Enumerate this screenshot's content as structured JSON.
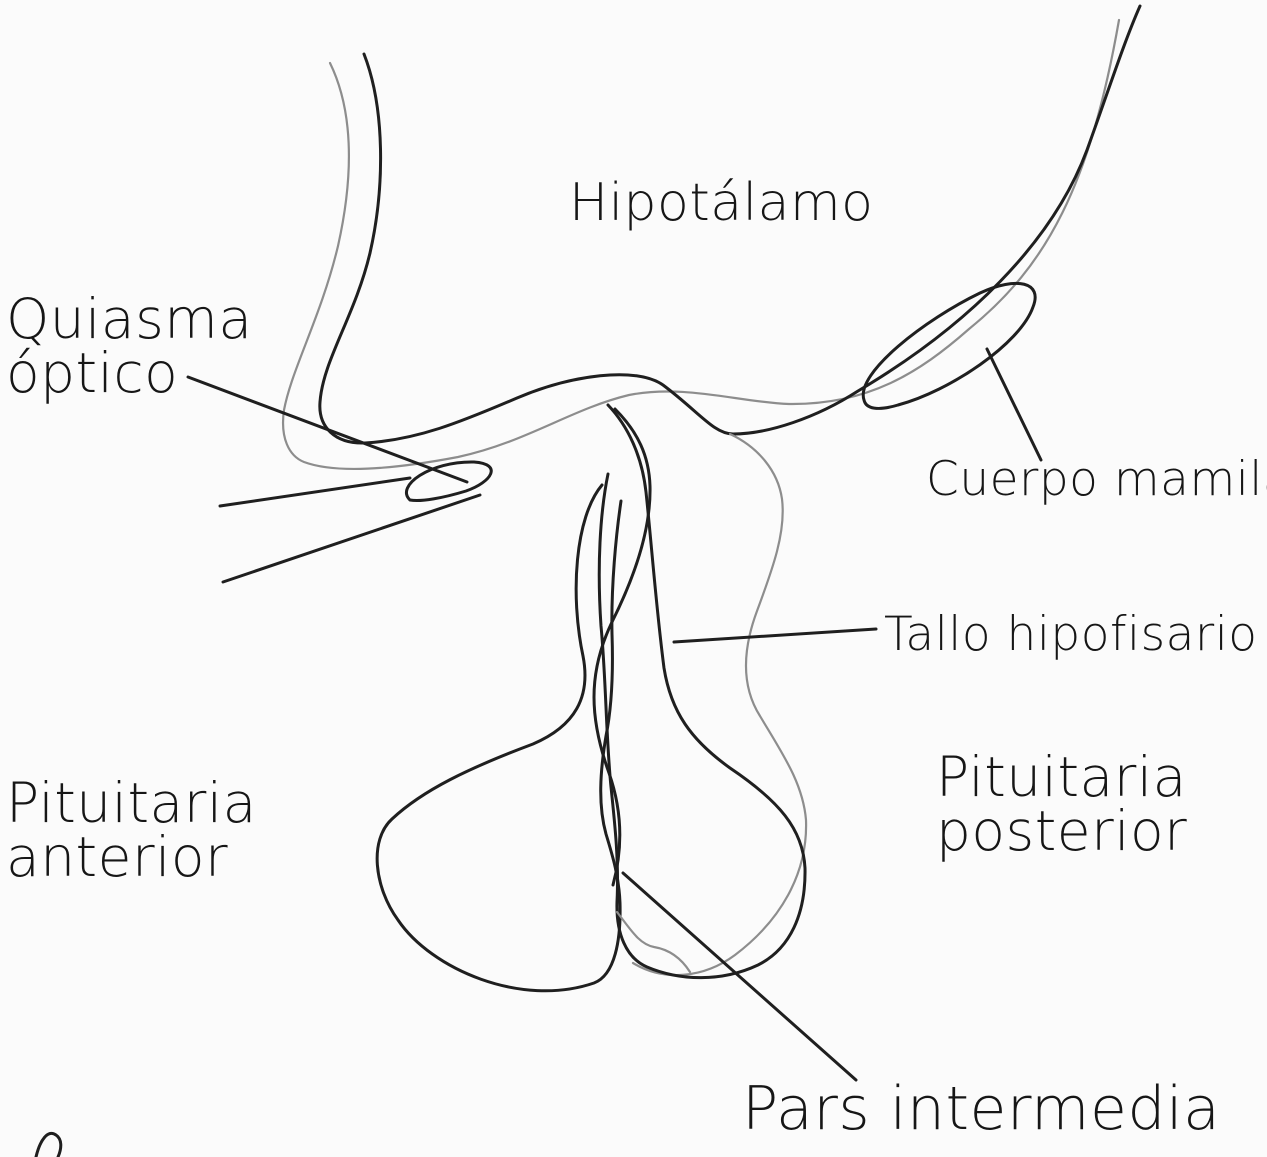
{
  "labels": {
    "hypothalamus": "Hipotálamo",
    "optic_chiasm": "Quiasma\nóptico",
    "mammillary_body": "Cuerpo mamilar",
    "pituitary_stalk": "Tallo hipofisario",
    "anterior_pituitary": "Pituitaria\nanterior",
    "posterior_pituitary": "Pituitaria\nposterior",
    "pars_intermedia": "Pars intermedia"
  },
  "colors": {
    "ink": "#1f1f1f",
    "soft_ink": "#8d8d8d",
    "paper": "#fbfbfb"
  }
}
